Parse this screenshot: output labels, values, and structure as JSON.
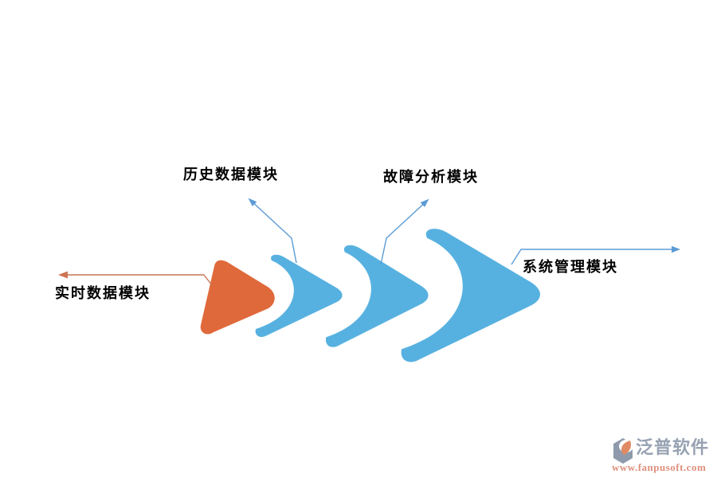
{
  "page": {
    "background_color": "#ffffff"
  },
  "diagram": {
    "type": "chevron-flow",
    "description": "four right-pointing chevron shapes growing in size, each annotated with a callout arrow",
    "modules": [
      {
        "id": "realtime",
        "label": "实时数据模块",
        "shape_color": "#E0693B"
      },
      {
        "id": "history",
        "label": "历史数据模块",
        "shape_color": "#57B1E0"
      },
      {
        "id": "fault",
        "label": "故障分析模块",
        "shape_color": "#57B1E0"
      },
      {
        "id": "system",
        "label": "系统管理模块",
        "shape_color": "#57B1E0"
      }
    ],
    "connector_colors": {
      "orange": "#CC7352",
      "blue": "#5B9BD5"
    },
    "label_color": "#000000"
  },
  "branding": {
    "logo_icon": "fanpu-leaf-badge",
    "logo_text": "泛普软件",
    "website": "www.fanpusoft.com",
    "logo_text_color": "#97A2B2",
    "website_color": "#DF8F7B",
    "badge_color": "#8E9AAB",
    "leaf_color": "#E08A64"
  }
}
